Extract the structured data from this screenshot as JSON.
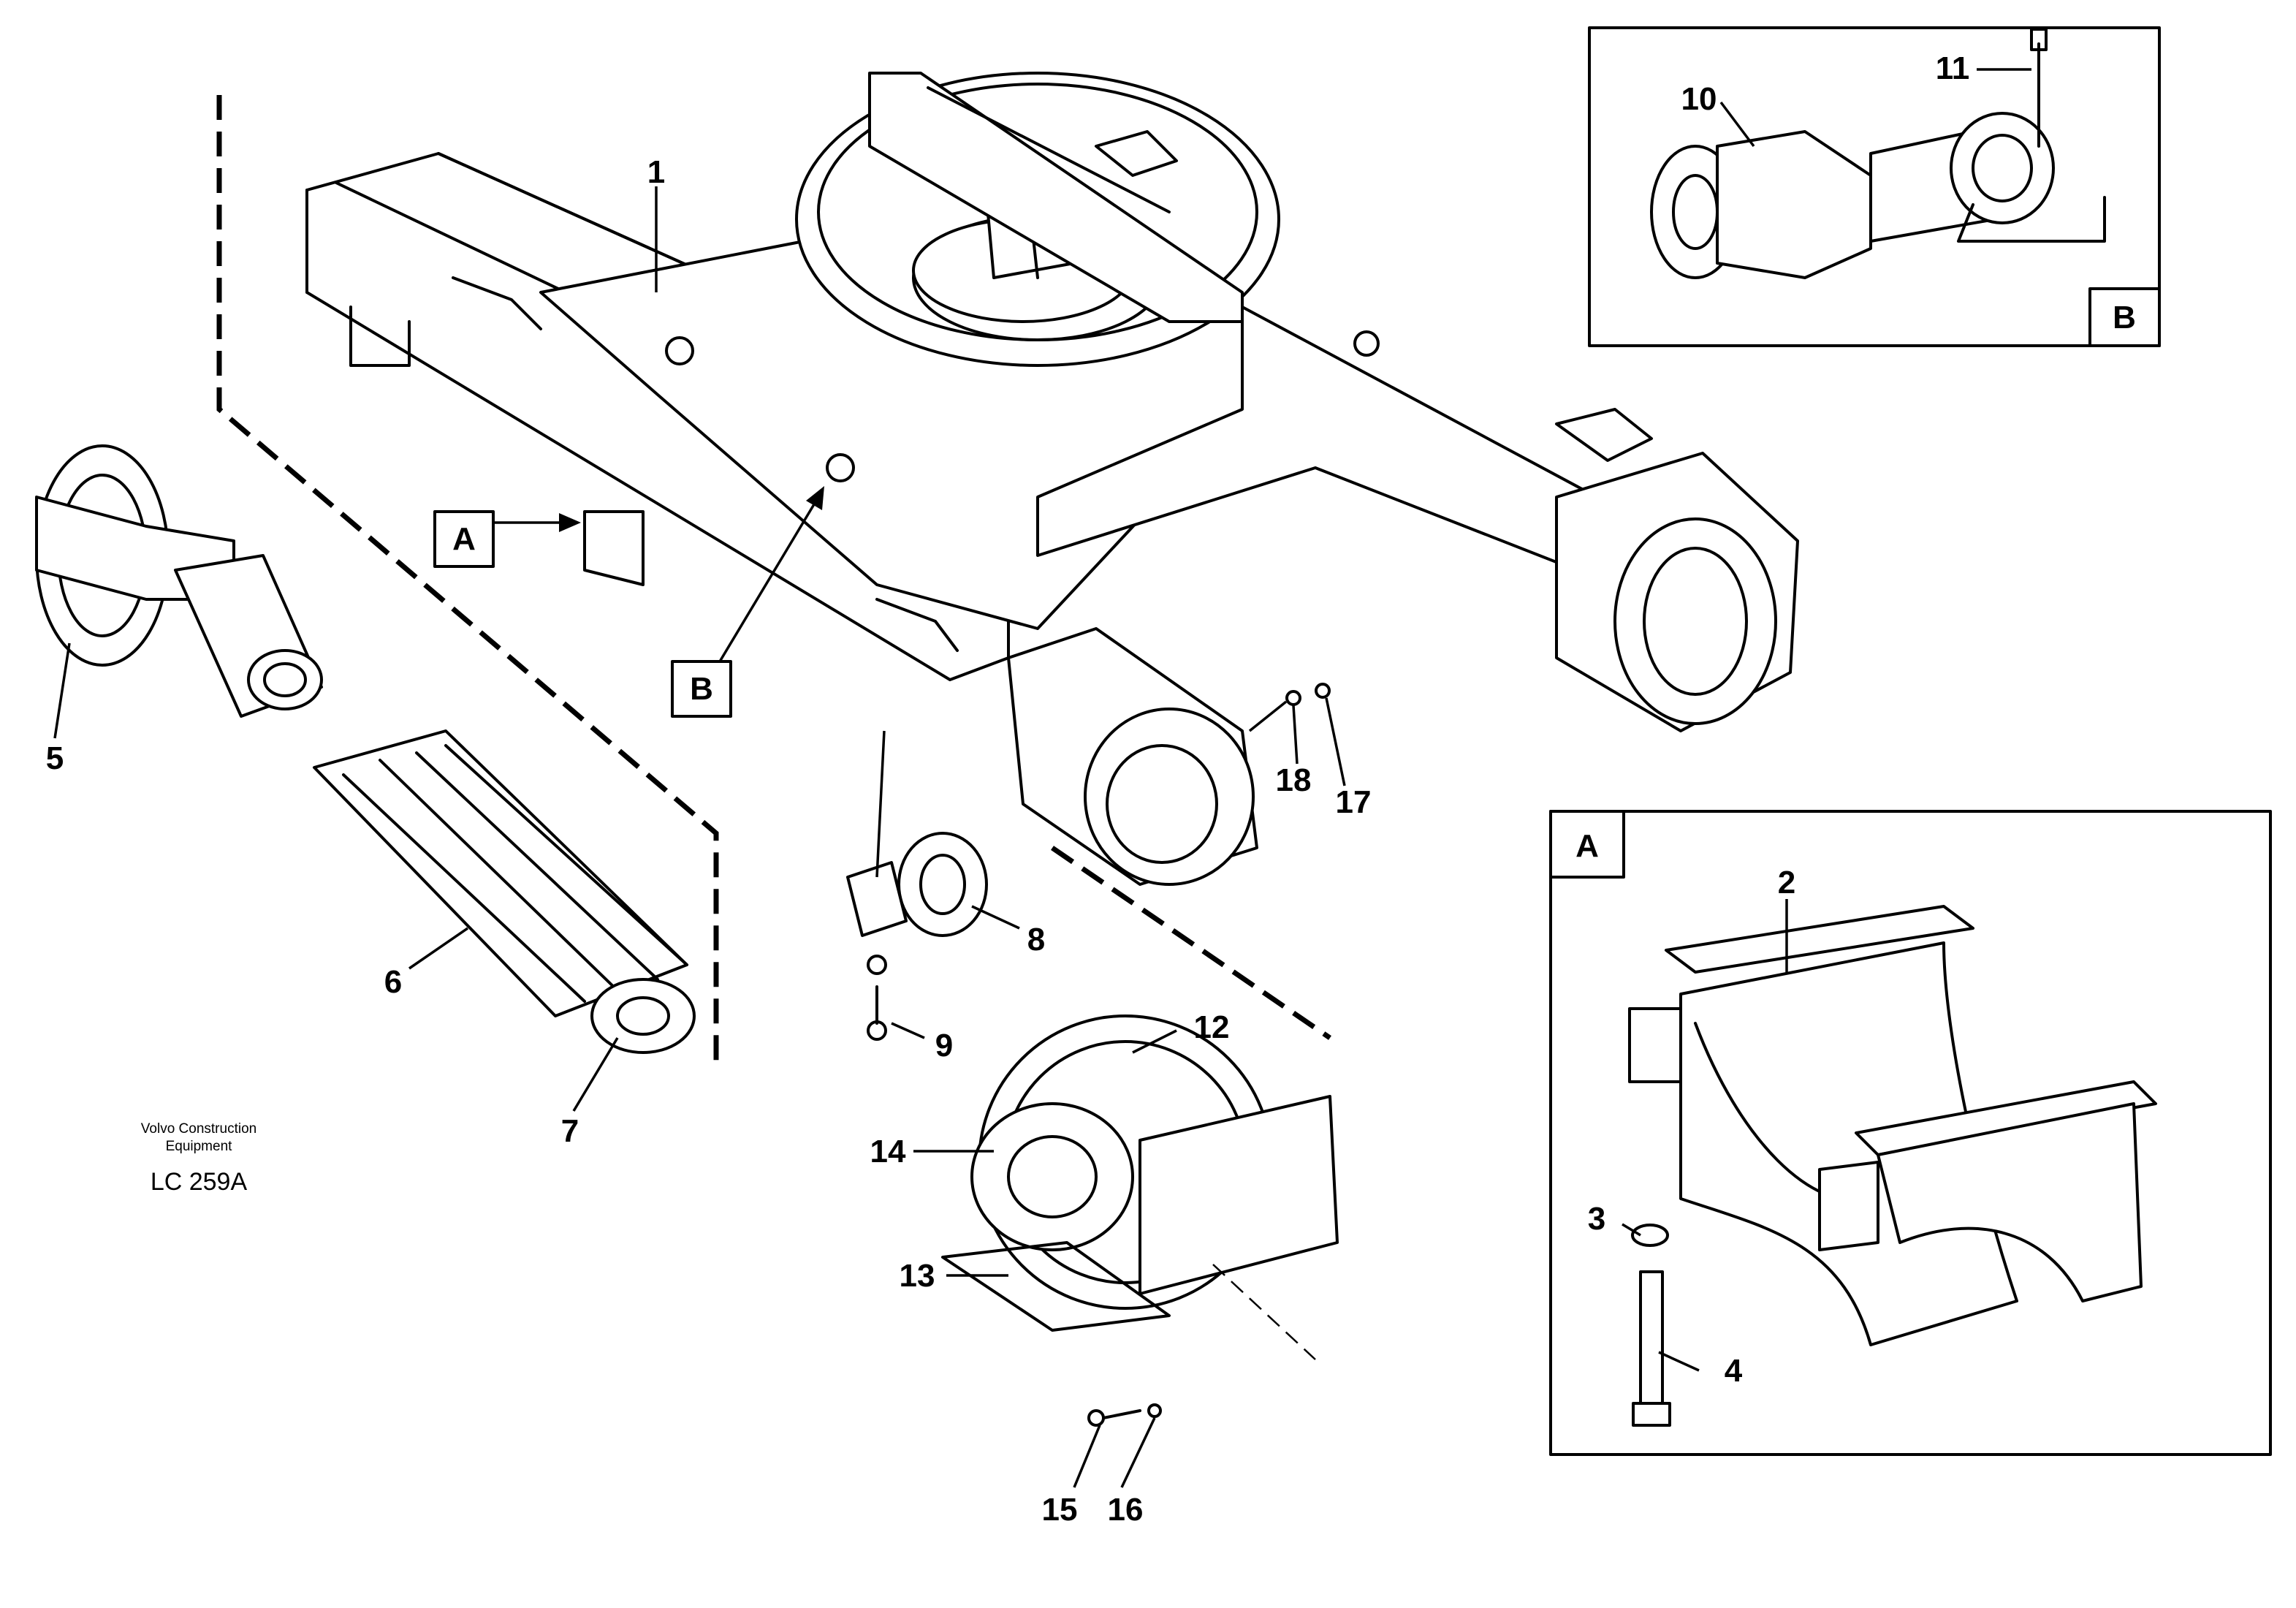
{
  "title": "Volvo Construction Equipment",
  "caption": {
    "line1": "Volvo Construction",
    "line2": "Equipment",
    "code": "LC 259A"
  },
  "views": [
    {
      "id": "A",
      "label": "A"
    },
    {
      "id": "B",
      "label": "B"
    }
  ],
  "callouts": [
    "1",
    "2",
    "3",
    "4",
    "5",
    "6",
    "7",
    "8",
    "9",
    "10",
    "11",
    "12",
    "13",
    "14",
    "15",
    "16",
    "17",
    "18"
  ]
}
